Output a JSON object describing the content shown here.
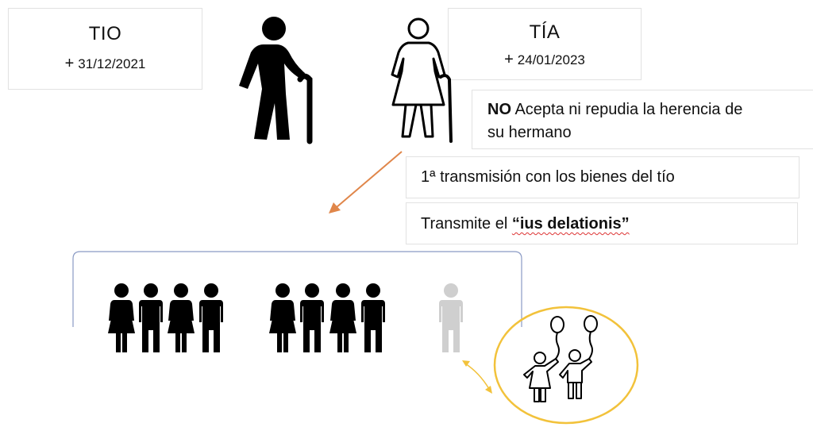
{
  "tio": {
    "title": "TIO",
    "plus": "+",
    "date": "31/12/2021"
  },
  "tia": {
    "title": "TÍA",
    "plus": "+",
    "date": "24/01/2023"
  },
  "note_no": {
    "bold": "NO",
    "rest": " Acepta ni repudia la herencia de",
    "line2": "su hermano"
  },
  "transmission": "1ª transmisión con los bienes del tío",
  "ius": {
    "prefix": "Transmite el ",
    "bold": "“ius delationis”"
  },
  "icons": {
    "elderly_man": "elderly-man-icon",
    "elderly_woman": "elderly-woman-icon",
    "person": "person-icon",
    "children": "children-with-balloons-icon"
  },
  "colors": {
    "arrow": "#e0864a",
    "circle": "#f2c23b",
    "bracket": "#8a9ac4",
    "gray_person": "#cfcfcf",
    "dark": "#000000"
  }
}
